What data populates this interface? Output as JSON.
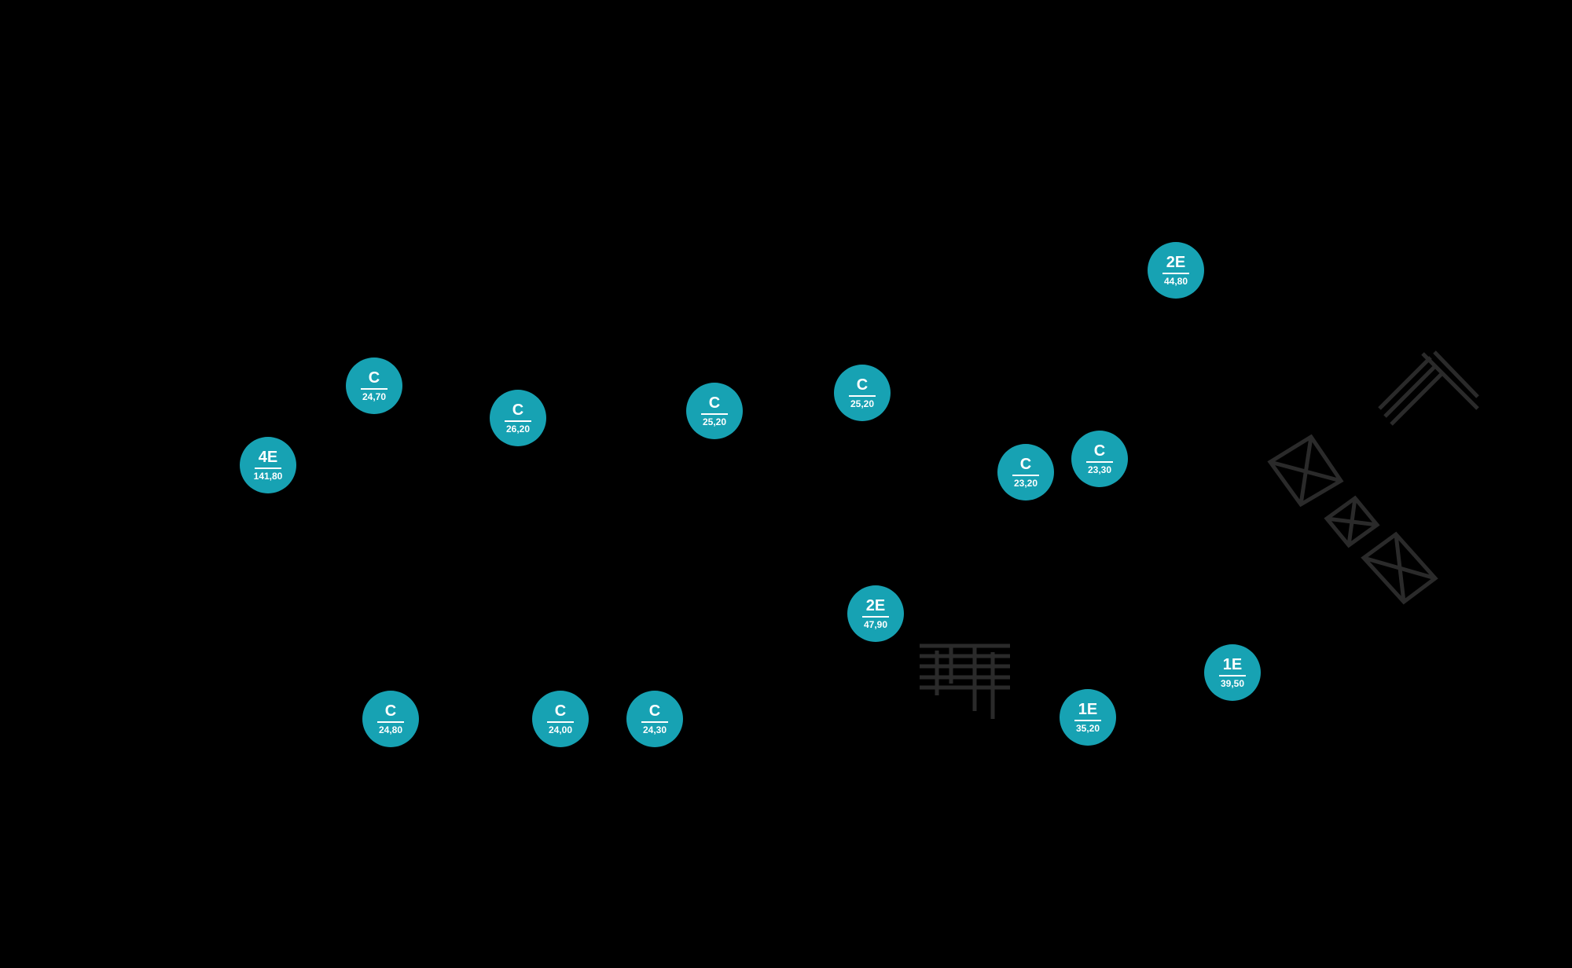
{
  "accent_color": "#17a2b3",
  "rooms": [
    {
      "type": "4E",
      "area": "141,80"
    },
    {
      "type": "C",
      "area": "24,70"
    },
    {
      "type": "C",
      "area": "26,20"
    },
    {
      "type": "C",
      "area": "25,20"
    },
    {
      "type": "C",
      "area": "25,20"
    },
    {
      "type": "2E",
      "area": "44,80"
    },
    {
      "type": "C",
      "area": "23,20"
    },
    {
      "type": "C",
      "area": "23,30"
    },
    {
      "type": "2E",
      "area": "47,90"
    },
    {
      "type": "C",
      "area": "24,80"
    },
    {
      "type": "C",
      "area": "24,00"
    },
    {
      "type": "C",
      "area": "24,30"
    },
    {
      "type": "1E",
      "area": "35,20"
    },
    {
      "type": "1E",
      "area": "39,50"
    }
  ]
}
